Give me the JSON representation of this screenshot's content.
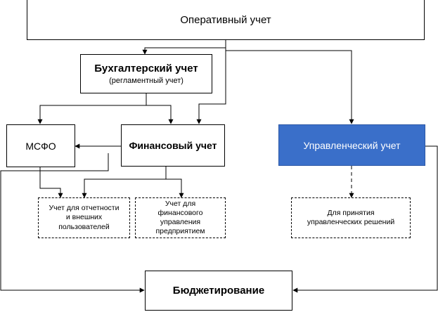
{
  "nodes": {
    "operational": {
      "label": "Оперативный учет"
    },
    "accounting": {
      "label": "Бухгалтерский учет",
      "sublabel": "(регламентный учет)"
    },
    "ifrs": {
      "label": "МСФО"
    },
    "financial": {
      "label": "Финансовый учет"
    },
    "management": {
      "label": "Управленческий учет"
    },
    "external_reporting": {
      "label": "Учет для отчетности\nи внешних\nпользователей"
    },
    "financial_management": {
      "label": "Учет для\nфинансового\nуправления\nпредприятием"
    },
    "management_decisions": {
      "label": "Для принятия\nуправленческих решений"
    },
    "budgeting": {
      "label": "Бюджетирование"
    }
  },
  "colors": {
    "management_fill": "#3a6fc9",
    "line": "#000000"
  }
}
